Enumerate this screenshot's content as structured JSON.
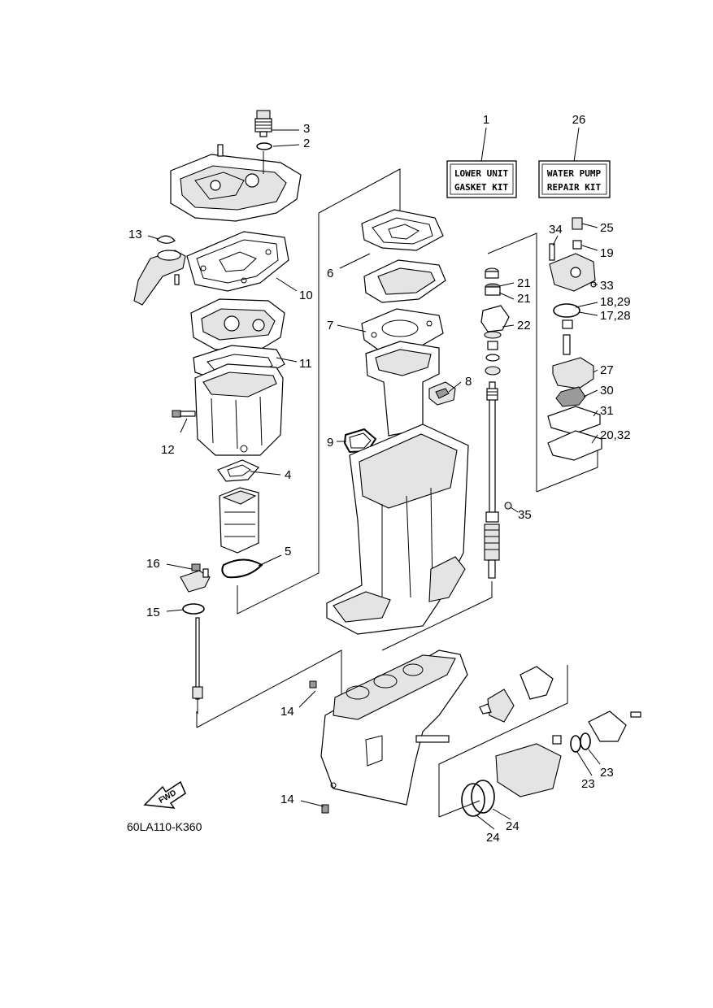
{
  "diagram": {
    "drawing_code": "60LA110-K360",
    "fwd_label": "FWD",
    "kits": [
      {
        "ref": "1",
        "line1": "LOWER UNIT",
        "line2": "GASKET KIT"
      },
      {
        "ref": "26",
        "line1": "WATER PUMP",
        "line2": "REPAIR KIT"
      }
    ],
    "callouts": [
      "3",
      "2",
      "13",
      "10",
      "6",
      "7",
      "11",
      "8",
      "9",
      "12",
      "4",
      "5",
      "16",
      "15",
      "14",
      "14",
      "34",
      "25",
      "19",
      "21",
      "21",
      "33",
      "18,29",
      "17,28",
      "22",
      "27",
      "30",
      "31",
      "20,32",
      "35",
      "23",
      "23",
      "24",
      "24"
    ]
  }
}
